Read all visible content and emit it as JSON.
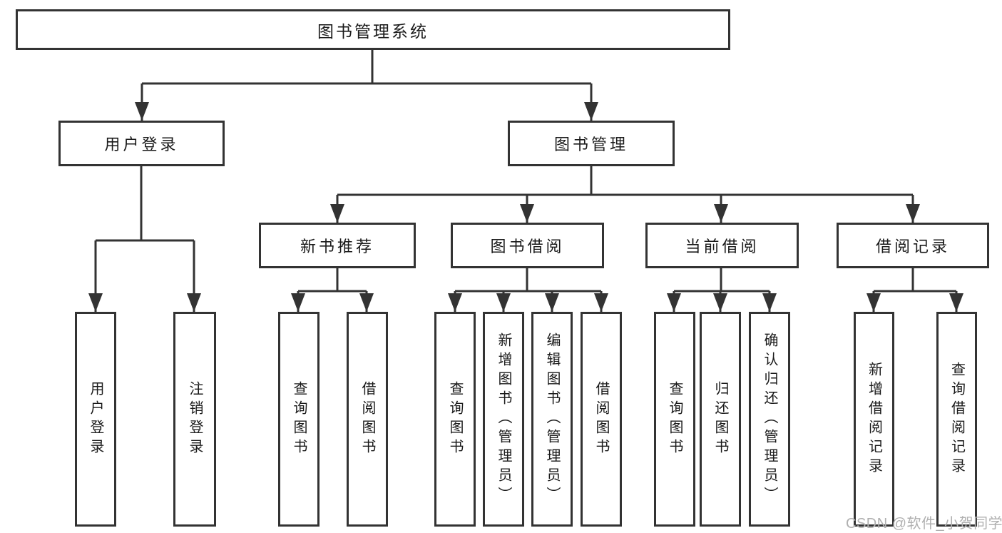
{
  "colors": {
    "line": "#333333",
    "text": "#1a1a1a",
    "background": "#ffffff",
    "watermark": "#b0b0b0"
  },
  "tree": {
    "label": "图书管理系统",
    "children": [
      {
        "label": "用户登录",
        "children": [
          {
            "label": "用户登录"
          },
          {
            "label": "注销登录"
          }
        ]
      },
      {
        "label": "图书管理",
        "children": [
          {
            "label": "新书推荐",
            "children": [
              {
                "label": "查询图书"
              },
              {
                "label": "借阅图书"
              }
            ]
          },
          {
            "label": "图书借阅",
            "children": [
              {
                "label": "查询图书"
              },
              {
                "label": "新增图书（管理员）"
              },
              {
                "label": "编辑图书（管理员）"
              },
              {
                "label": "借阅图书"
              }
            ]
          },
          {
            "label": "当前借阅",
            "children": [
              {
                "label": "查询图书"
              },
              {
                "label": "归还图书"
              },
              {
                "label": "确认归还（管理员）"
              }
            ]
          },
          {
            "label": "借阅记录",
            "children": [
              {
                "label": "新增借阅记录"
              },
              {
                "label": "查询借阅记录"
              }
            ]
          }
        ]
      }
    ]
  },
  "watermark": {
    "text": "CSDN @软件_小贺同学"
  }
}
